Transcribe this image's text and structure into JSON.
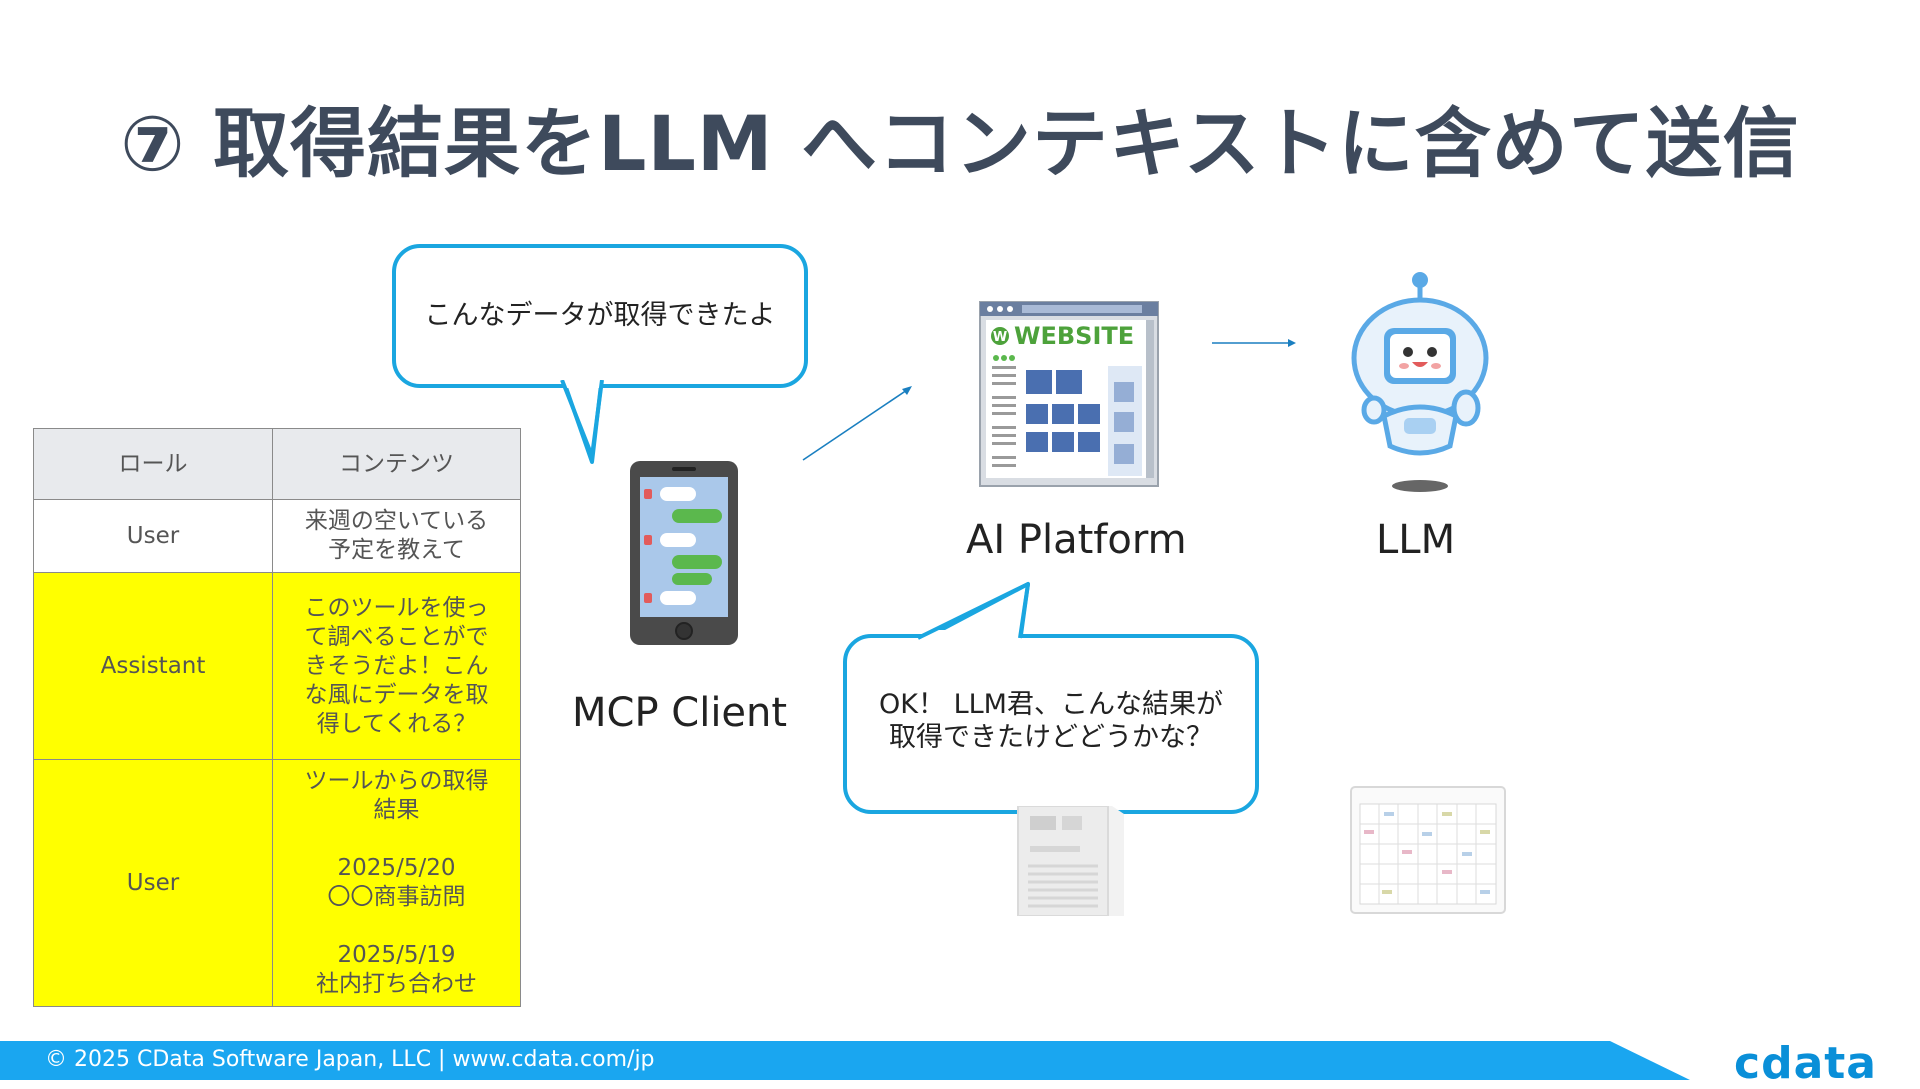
{
  "title": "⑦ 取得結果をLLM へコンテキストに含めて送信",
  "table": {
    "headers": [
      "ロール",
      "コンテンツ"
    ],
    "rows": [
      {
        "role": "User",
        "content": [
          "来週の空いている",
          "予定を教えて"
        ]
      },
      {
        "role": "Assistant",
        "content": [
          "このツールを使っ",
          "て調べることがで",
          "きそうだよ！こん",
          "な風にデータを取",
          "得してくれる？"
        ]
      },
      {
        "role": "User",
        "content": [
          "ツールからの取得",
          "結果",
          "",
          "2025/5/20",
          "〇〇商事訪問",
          "",
          "2025/5/19",
          "社内打ち合わせ"
        ]
      }
    ]
  },
  "bubble_client": "こんなデータが取得できたよ",
  "bubble_platform": [
    "OK！ LLM君、こんな結果が",
    "取得できたけどどうかな？"
  ],
  "labels": {
    "mcp_client": "MCP Client",
    "ai_platform": "AI Platform",
    "llm": "LLM"
  },
  "website_icon_text": "WEBSITE",
  "website_icon_letter": "W",
  "footer": {
    "copyright": "© 2025 CData Software Japan, LLC | www.cdata.com/jp",
    "logo": "cdata"
  },
  "colors": {
    "title": "#3e4a5c",
    "bubble_border": "#1aa6e0",
    "highlight": "#ffff00",
    "footer_bar": "#1aa6f0",
    "logo": "#0a8fd8",
    "arrow": "#1a7fc0"
  }
}
